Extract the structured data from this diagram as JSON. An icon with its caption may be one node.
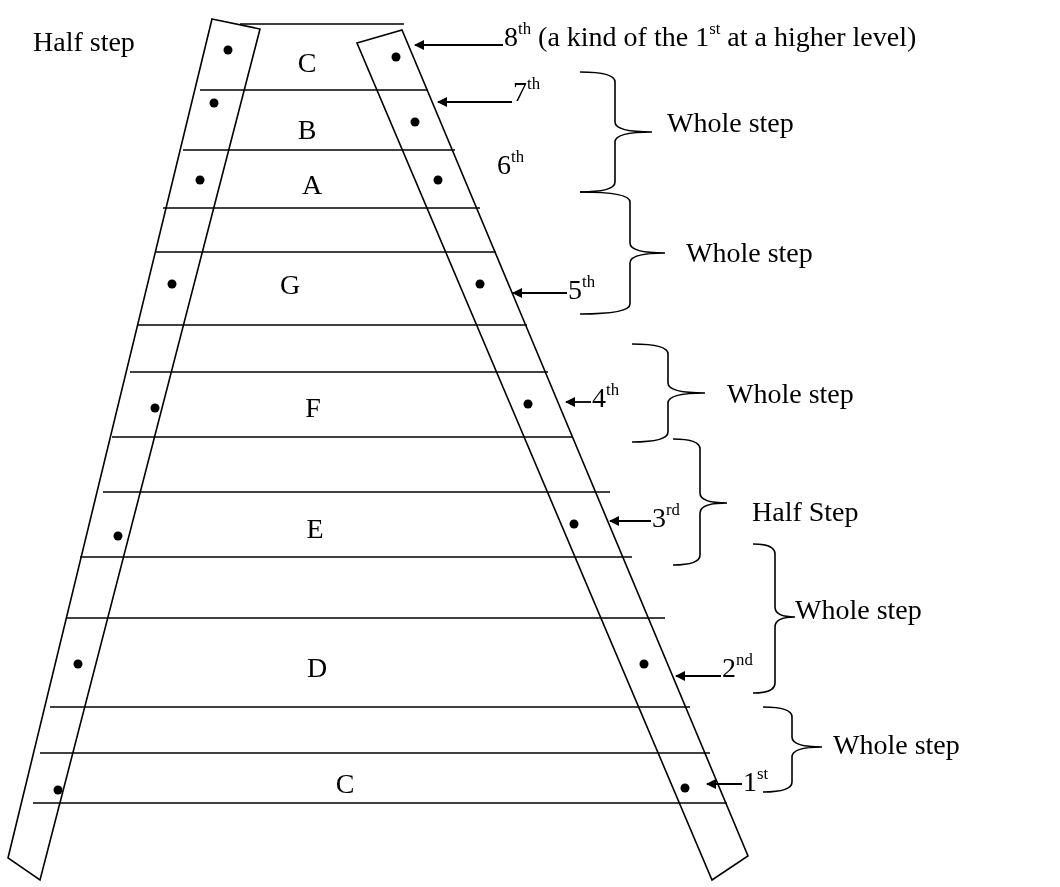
{
  "diagram": {
    "nodes": [
      {
        "text": [
          "8$^{th}$ (a kind of the 1$^{st}$ at a higher level)"
        ]
      },
      {
        "text": [
          "7$^{th}$"
        ]
      },
      {
        "text": [
          "5$^{th}$"
        ]
      },
      {
        "text": [
          "4$^{th}$"
        ]
      },
      {
        "text": [
          "3$^{rd}$"
        ]
      },
      {
        "text": [
          "2$^{nd}$"
        ]
      },
      {
        "text": [
          "1$^{st}$"
        ]
      }
    ],
    "edges": [
      {
        "from": 0,
        "to": null,
        "arrow": "to"
      },
      {
        "from": 1,
        "to": null,
        "arrow": "to"
      },
      {
        "from": 2,
        "to": null,
        "arrow": "to"
      },
      {
        "from": 3,
        "to": null,
        "arrow": "to"
      },
      {
        "from": 4,
        "to": null,
        "arrow": "to"
      },
      {
        "from": 5,
        "to": null,
        "arrow": "to"
      },
      {
        "from": 6,
        "to": null,
        "arrow": "to"
      }
    ],
    "labels": [
      "Half step",
      "C",
      "B",
      "Whole step",
      "6$^{th}$",
      "A",
      "Whole step",
      "G",
      "Whole step",
      "F",
      "Half Step",
      "E",
      "Whole step",
      "D",
      "Whole step",
      "C"
    ]
  }
}
